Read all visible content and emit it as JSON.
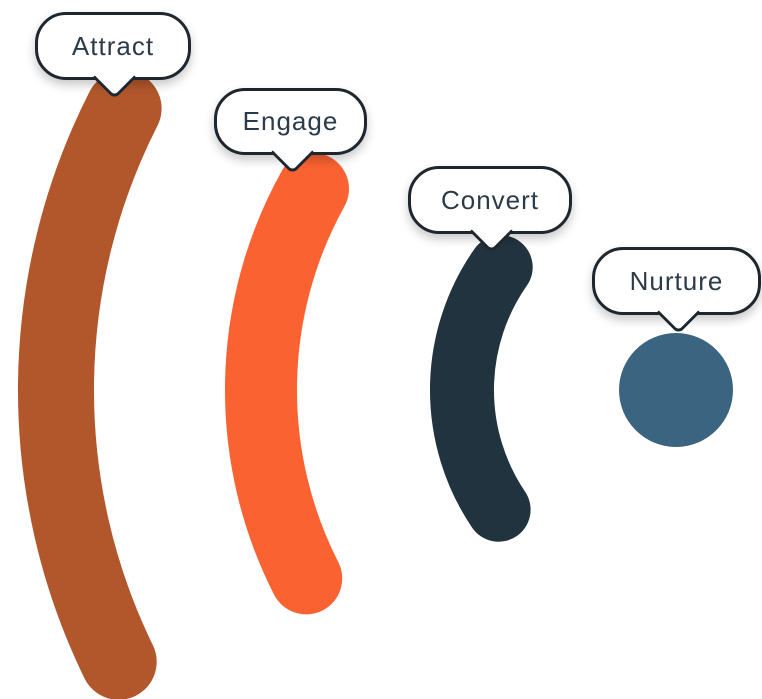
{
  "diagram": {
    "type": "marketing-funnel-signal",
    "background_color": "#ffffff",
    "bubble": {
      "background": "#ffffff",
      "border_color": "#1e262e",
      "text_color": "#2c3b49"
    },
    "stages": [
      {
        "label": "Attract",
        "shape": "arc",
        "color": "#b2572c"
      },
      {
        "label": "Engage",
        "shape": "arc",
        "color": "#fa6231"
      },
      {
        "label": "Convert",
        "shape": "arc",
        "color": "#20333f"
      },
      {
        "label": "Nurture",
        "shape": "dot",
        "color": "#3b6480"
      }
    ]
  }
}
